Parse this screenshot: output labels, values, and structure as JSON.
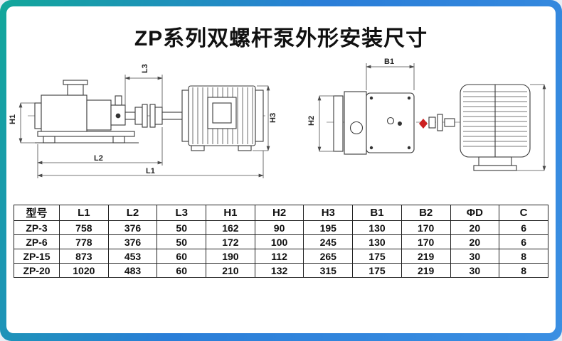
{
  "page": {
    "title": "ZP系列双螺杆泵外形安装尺寸"
  },
  "drawings": {
    "labels": {
      "h1": "H1",
      "l3": "L3",
      "h3": "H3",
      "l2": "L2",
      "l1": "L1",
      "b1": "B1",
      "h2": "H2"
    }
  },
  "table": {
    "headers": [
      "型号",
      "L1",
      "L2",
      "L3",
      "H1",
      "H2",
      "H3",
      "B1",
      "B2",
      "ΦD",
      "C"
    ],
    "rows": [
      [
        "ZP-3",
        "758",
        "376",
        "50",
        "162",
        "90",
        "195",
        "130",
        "170",
        "20",
        "6"
      ],
      [
        "ZP-6",
        "778",
        "376",
        "50",
        "172",
        "100",
        "245",
        "130",
        "170",
        "20",
        "6"
      ],
      [
        "ZP-15",
        "873",
        "453",
        "60",
        "190",
        "112",
        "265",
        "175",
        "219",
        "30",
        "8"
      ],
      [
        "ZP-20",
        "1020",
        "483",
        "60",
        "210",
        "132",
        "315",
        "175",
        "219",
        "30",
        "8"
      ]
    ]
  },
  "colors": {
    "frame_teal": "#12a79a",
    "frame_blue": "#2a7ed8",
    "line": "#3a3a3a",
    "red_accent": "#cc2020"
  }
}
